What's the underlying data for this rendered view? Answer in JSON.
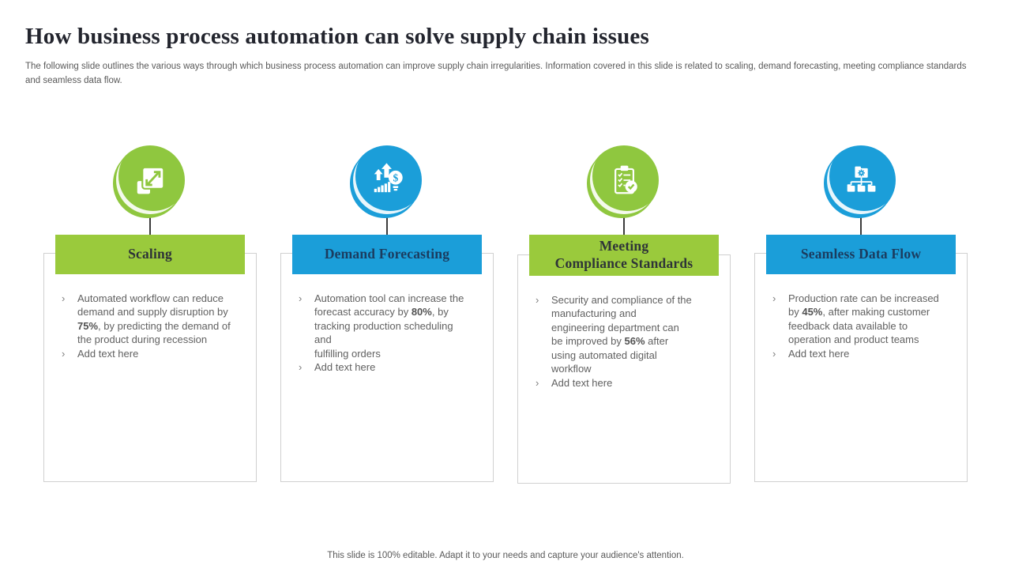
{
  "slide": {
    "title": "How business process automation can solve supply chain issues",
    "subtitle": "The following slide outlines the various ways through which business process automation can improve supply chain irregularities. Information covered in this slide is related to scaling, demand forecasting, meeting compliance standards and seamless data flow.",
    "footer": "This slide is 100% editable. Adapt it to your needs and capture your audience's attention."
  },
  "ui": {
    "bullet_marker": "›"
  },
  "colors": {
    "green": "#8fc73f",
    "green_bar": "#9aca3c",
    "blue": "#1b9ed9",
    "header_text_on_green": "#2e3338",
    "header_text_on_blue": "#1b3c5f",
    "title_text": "#23252e",
    "body_text": "#616161",
    "card_border": "#d0d0d0"
  },
  "columns": [
    {
      "title": "Scaling",
      "accent": "green",
      "icon": "scale-expand-icon",
      "bullets": [
        {
          "pre": "Automated workflow can reduce\ndemand and supply disruption by\n",
          "bold": "75%",
          "post": ", by predicting the demand of\nthe product during recession"
        },
        {
          "pre": "Add text here",
          "bold": "",
          "post": ""
        }
      ]
    },
    {
      "title": "Demand Forecasting",
      "accent": "blue",
      "icon": "growth-dollar-bulb-icon",
      "bullets": [
        {
          "pre": "Automation tool can increase the\nforecast accuracy by ",
          "bold": "80%",
          "post": ", by\ntracking production scheduling\nand\nfulfilling orders"
        },
        {
          "pre": "Add text here",
          "bold": "",
          "post": ""
        }
      ]
    },
    {
      "title": "Meeting\nCompliance Standards",
      "accent": "green",
      "icon": "compliance-checklist-icon",
      "bullets": [
        {
          "pre": "Security and compliance of the\nmanufacturing and\nengineering department can\nbe improved by ",
          "bold": "56%",
          "post": " after\nusing automated digital\nworkflow"
        },
        {
          "pre": "Add text here",
          "bold": "",
          "post": ""
        }
      ]
    },
    {
      "title": "Seamless Data Flow",
      "accent": "blue",
      "icon": "folder-hierarchy-icon",
      "bullets": [
        {
          "pre": "Production rate can be increased\nby ",
          "bold": "45%",
          "post": ", after making customer\nfeedback data available to\noperation and product teams"
        },
        {
          "pre": "Add text here",
          "bold": "",
          "post": ""
        }
      ]
    }
  ]
}
